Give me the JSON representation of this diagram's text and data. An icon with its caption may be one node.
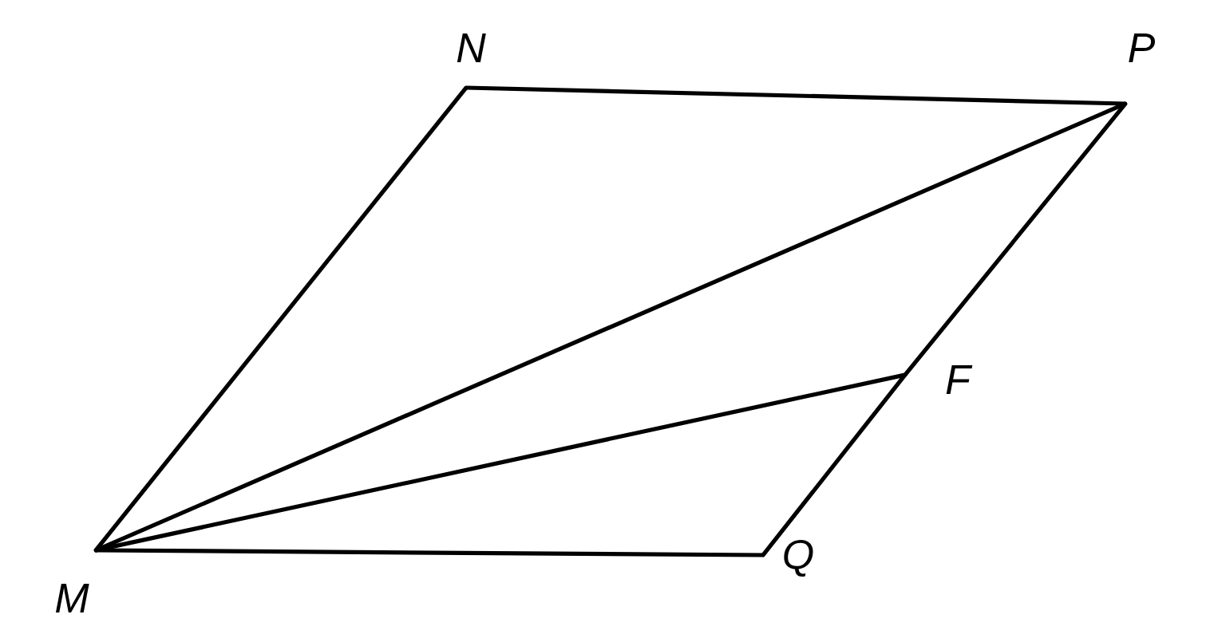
{
  "diagram": {
    "nodes": [
      {
        "text": [
          "M"
        ]
      },
      {
        "text": [
          "N"
        ]
      },
      {
        "text": [
          "P"
        ]
      },
      {
        "text": [
          "Q"
        ]
      },
      {
        "text": [
          "F"
        ]
      }
    ],
    "edges": [
      {
        "from": 0,
        "to": 1,
        "arrow": "none"
      },
      {
        "from": 1,
        "to": 2,
        "arrow": "none"
      },
      {
        "from": 2,
        "to": 4,
        "arrow": "none"
      },
      {
        "from": 4,
        "to": 3,
        "arrow": "none"
      },
      {
        "from": 3,
        "to": 0,
        "arrow": "none"
      },
      {
        "from": 0,
        "to": 2,
        "arrow": "none"
      },
      {
        "from": 0,
        "to": 4,
        "arrow": "none"
      }
    ]
  }
}
